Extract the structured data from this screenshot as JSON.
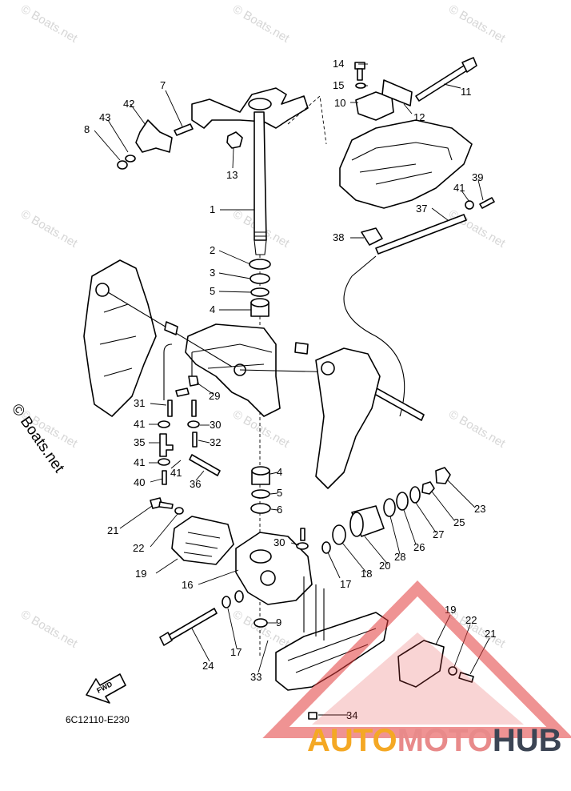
{
  "watermark": {
    "tile_text": "© Boats.net",
    "side_text": "© Boats.net"
  },
  "diagram_code": "6C12110-E230",
  "fwd_label": "FWD",
  "brand": {
    "part1": "AUTO",
    "part2": "MOTO",
    "part3": "HUB",
    "color1": "#f4a824",
    "color2": "#e88a8a",
    "color3": "#3c4554",
    "triangle_color": "#e23b3b"
  },
  "callouts": [
    "14",
    "15",
    "11",
    "10",
    "12",
    "7",
    "42",
    "43",
    "8",
    "13",
    "39",
    "41",
    "37",
    "1",
    "38",
    "2",
    "3",
    "5",
    "4",
    "29",
    "31",
    "41",
    "30",
    "35",
    "32",
    "41",
    "36",
    "40",
    "4",
    "5",
    "6",
    "21",
    "22",
    "30",
    "19",
    "16",
    "17",
    "18",
    "20",
    "28",
    "26",
    "27",
    "25",
    "23",
    "19",
    "22",
    "21",
    "9",
    "17",
    "24",
    "33",
    "34"
  ]
}
